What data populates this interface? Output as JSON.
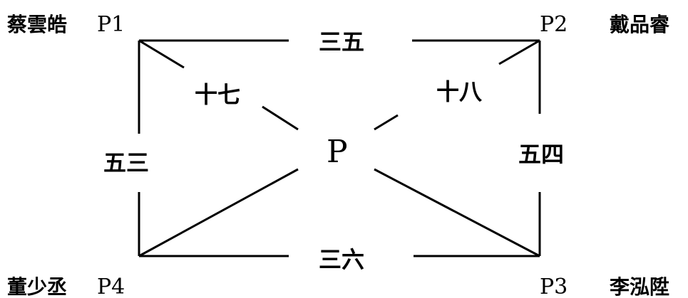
{
  "nodes": {
    "p1": {
      "id": "P1",
      "name": "蔡雲皓"
    },
    "p2": {
      "id": "P2",
      "name": "戴品睿"
    },
    "p3": {
      "id": "P3",
      "name": "李泓陞"
    },
    "p4": {
      "id": "P4",
      "name": "董少丞"
    },
    "center": {
      "id": "P"
    }
  },
  "edges": {
    "p1_p2": "三五",
    "p2_p3": "五四",
    "p3_p4": "三六",
    "p4_p1": "五三",
    "p1_p": "十七",
    "p2_p": "十八"
  },
  "colors": {
    "line": "#000000",
    "background": "#ffffff"
  }
}
